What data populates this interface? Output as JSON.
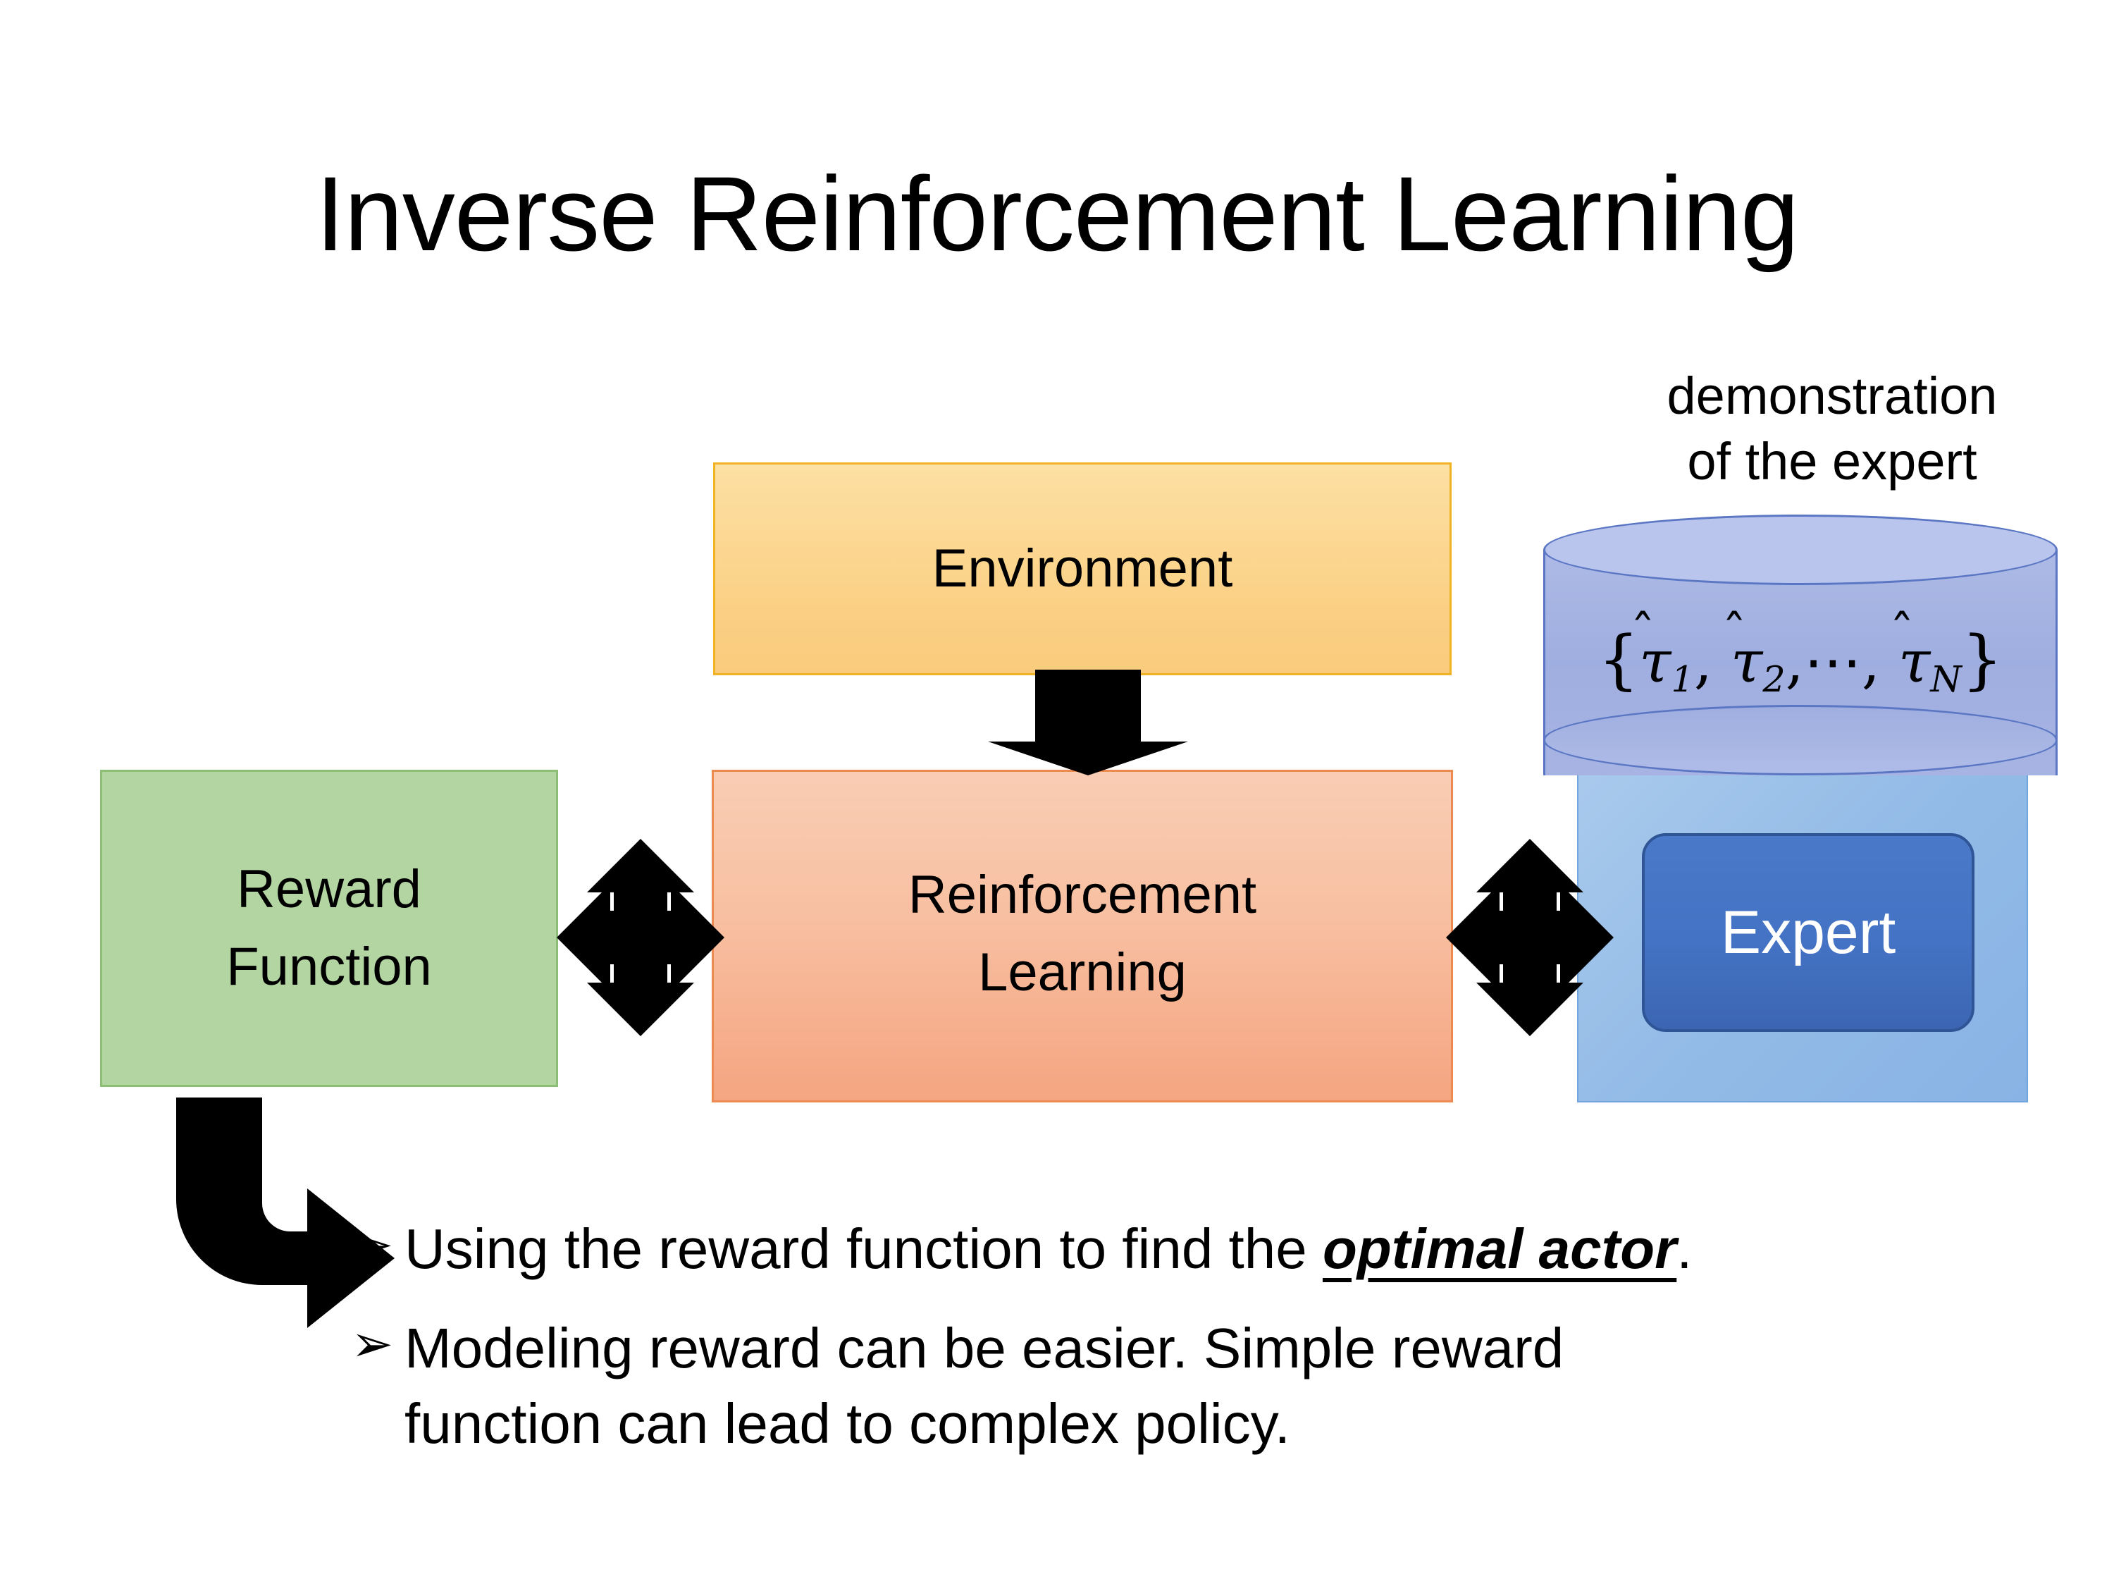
{
  "slide": {
    "title": "Inverse Reinforcement Learning",
    "background_color": "#FFFFFF"
  },
  "diagram": {
    "environment": {
      "label": "Environment",
      "fill_color": "#FBD288",
      "border_color": "#F0B323"
    },
    "reinforcement_learning": {
      "label_line1": "Reinforcement",
      "label_line2": "Learning",
      "fill_color": "#F8BFA1",
      "border_color": "#ED8A52"
    },
    "reward_function": {
      "label_line1": "Reward",
      "label_line2": "Function",
      "fill_color": "#B2D5A2",
      "border_color": "#8CBE76"
    },
    "demonstration": {
      "caption_line1": "demonstration",
      "caption_line2": "of the expert",
      "set_open_brace": "{",
      "set_close_brace": "}",
      "tau_symbol": "τ",
      "hat_symbol": "̂",
      "sub_1": "1",
      "sub_2": "2",
      "sub_n": "N",
      "ellipsis": "⋯",
      "comma": ",",
      "cylinder_fill_color": "#9FAEE0",
      "cylinder_border_color": "#5B77C4"
    },
    "expert": {
      "label": "Expert",
      "fill_color": "#4472C4",
      "border_color": "#2F5597",
      "text_color": "#FFFFFF",
      "panel_fill_color": "#93BBE7"
    },
    "connectors": {
      "env_to_rl": "down-arrow-icon",
      "reward_to_rl": "quad-arrow-icon",
      "rl_to_expert": "quad-arrow-icon",
      "reward_to_bullets": "bent-arrow-icon",
      "arrow_color": "#000000"
    }
  },
  "bullets": {
    "marker": "➢",
    "items": [
      {
        "text_before": "Using the reward function to find the ",
        "emphasis": "optimal actor",
        "text_after": "."
      },
      {
        "line1": "Modeling reward can be easier. Simple reward",
        "line2": "function can lead to complex policy."
      }
    ]
  }
}
